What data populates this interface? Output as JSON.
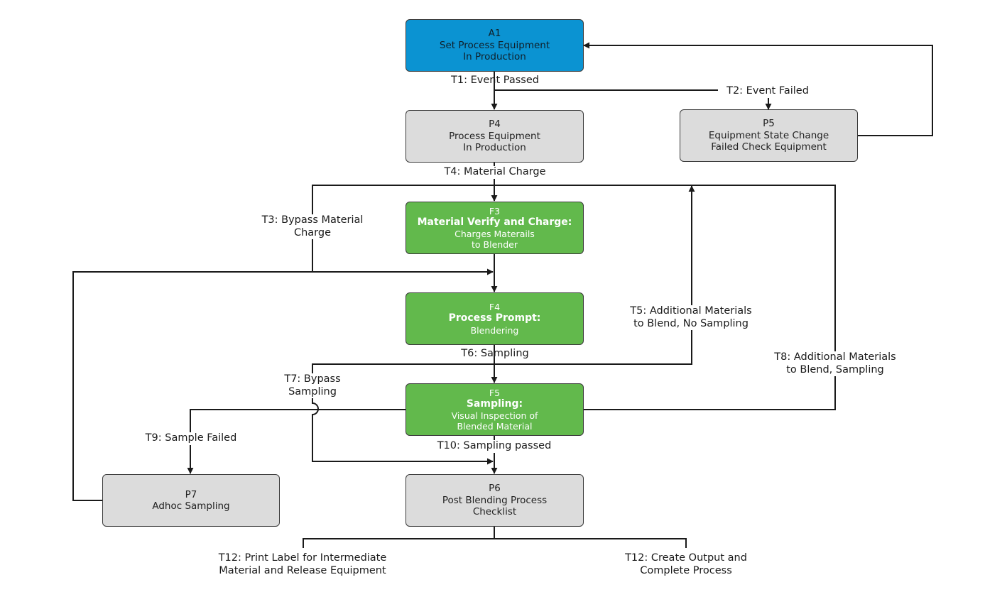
{
  "nodes": {
    "a1": {
      "id": "A1",
      "line1": "Set Process Equipment",
      "line2": "In Production"
    },
    "p4": {
      "id": "P4",
      "line1": "Process Equipment",
      "line2": "In Production"
    },
    "p5": {
      "id": "P5",
      "line1": "Equipment State Change",
      "line2": "Failed Check Equipment"
    },
    "f3": {
      "id": "F3",
      "title": "Material Verify and Charge:",
      "line1": "Charges Materails",
      "line2": "to Blender"
    },
    "f4": {
      "id": "F4",
      "title": "Process Prompt:",
      "line1": "Blendering"
    },
    "f5": {
      "id": "F5",
      "title": "Sampling:",
      "line1": "Visual Inspection of",
      "line2": "Blended Material"
    },
    "p6": {
      "id": "P6",
      "line1": "Post Blending Process",
      "line2": "Checklist"
    },
    "p7": {
      "id": "P7",
      "line1": "Adhoc Sampling"
    }
  },
  "transitions": {
    "t1": "T1: Event Passed",
    "t2": "T2: Event Failed",
    "t3": {
      "line1": "T3: Bypass Material",
      "line2": "Charge"
    },
    "t4": "T4: Material Charge",
    "t5": {
      "line1": "T5: Additional Materials",
      "line2": "to Blend, No Sampling"
    },
    "t6": "T6: Sampling",
    "t7": {
      "line1": "T7: Bypass",
      "line2": "Sampling"
    },
    "t8": {
      "line1": "T8: Additional Materials",
      "line2": "to Blend, Sampling"
    },
    "t9": "T9: Sample Failed",
    "t10": "T10: Sampling passed",
    "t12a": {
      "line1": "T12: Print Label for Intermediate",
      "line2": "Material and Release Equipment"
    },
    "t12b": {
      "line1": "T12: Create Output and",
      "line2": "Complete Process"
    }
  },
  "colors": {
    "action": "#0b93d2",
    "prompt": "#62b94c",
    "process": "#dcdcdc",
    "line": "#1a1a1a"
  }
}
